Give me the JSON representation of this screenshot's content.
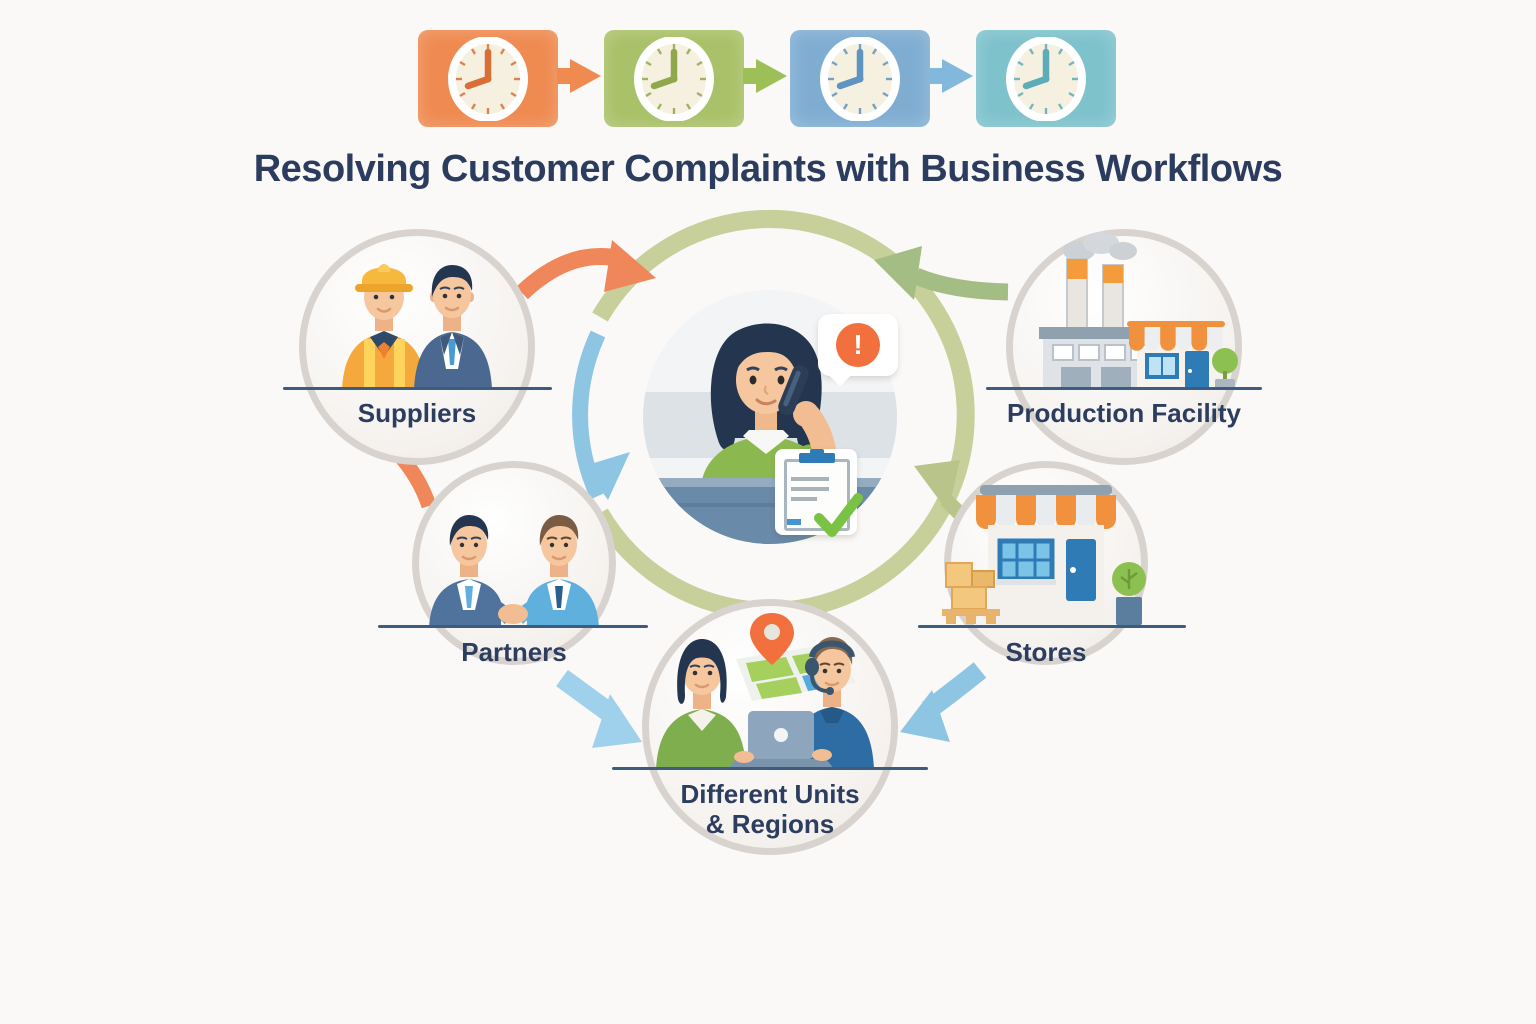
{
  "title": "Resolving Customer Complaints with Business Workflows",
  "top_flow": {
    "steps": [
      {
        "name": "step-1",
        "icon": "clock-icon",
        "color": "#ef8a50",
        "hand_color": "#d96f35"
      },
      {
        "name": "step-2",
        "icon": "clock-icon",
        "color": "#a9c168",
        "hand_color": "#8fa84b"
      },
      {
        "name": "step-3",
        "icon": "clock-icon",
        "color": "#7fadd2",
        "hand_color": "#5e94bf"
      },
      {
        "name": "step-4",
        "icon": "clock-icon",
        "color": "#7ec2cc",
        "hand_color": "#5dacb9"
      }
    ],
    "arrows": [
      {
        "color": "#ef8a50"
      },
      {
        "color": "#9cbf57"
      },
      {
        "color": "#82b8dc"
      }
    ]
  },
  "center": {
    "name": "customer-service-agent",
    "alert_symbol": "!"
  },
  "nodes": {
    "suppliers": {
      "label": "Suppliers"
    },
    "production_facility": {
      "label": "Production Facility"
    },
    "partners": {
      "label": "Partners"
    },
    "stores": {
      "label": "Stores"
    },
    "different_units": {
      "label_line1": "Different Units",
      "label_line2": "& Regions"
    }
  },
  "edges": [
    {
      "from": "suppliers",
      "to": "center",
      "color": "#f0875a"
    },
    {
      "from": "suppliers",
      "to": "partners",
      "color": "#f0875a"
    },
    {
      "from": "production_facility",
      "to": "center",
      "color": "#a4bd85"
    },
    {
      "from": "partners",
      "to": "center",
      "color": "#8ec5e2"
    },
    {
      "from": "stores",
      "to": "center",
      "color": "#b9c48b"
    },
    {
      "from": "partners",
      "to": "different_units",
      "color": "#9fd1ec"
    },
    {
      "from": "stores",
      "to": "different_units",
      "color": "#8ec5e2"
    },
    {
      "from": "cycle_ring",
      "to": "center",
      "color": "#c7cf9a"
    }
  ],
  "palette": {
    "background": "#fbf9f7",
    "title_text": "#2b3c5f",
    "label_text": "#2c3d60",
    "node_border": "#d8d3ce",
    "ground_line": "#3c5c80",
    "ring": "#c7cf9a",
    "alert_orange": "#f2703e",
    "check_green": "#79c243"
  }
}
